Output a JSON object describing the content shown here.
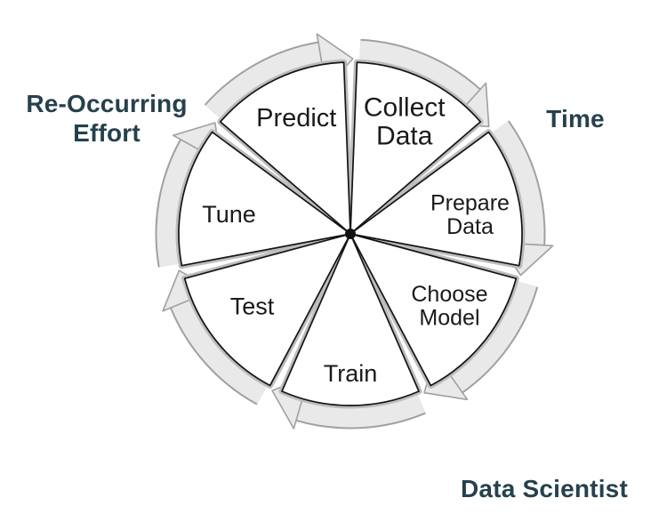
{
  "diagram": {
    "type": "cycle",
    "direction": "clockwise",
    "segments": [
      {
        "label": "Collect Data",
        "lines": [
          "Collect",
          "Data"
        ]
      },
      {
        "label": "Prepare Data",
        "lines": [
          "Prepare",
          "Data"
        ]
      },
      {
        "label": "Choose Model",
        "lines": [
          "Choose",
          "Model"
        ]
      },
      {
        "label": "Train",
        "lines": [
          "Train"
        ]
      },
      {
        "label": "Test",
        "lines": [
          "Test"
        ]
      },
      {
        "label": "Tune",
        "lines": [
          "Tune"
        ]
      },
      {
        "label": "Predict",
        "lines": [
          "Predict"
        ]
      }
    ],
    "outer_labels": {
      "re_occurring_effort": {
        "lines": [
          "Re-Occurring",
          "Effort"
        ]
      },
      "time": {
        "text": "Time"
      },
      "data_scientist": {
        "text": "Data Scientist"
      }
    },
    "colors": {
      "ring_fill": "#e9e9e9",
      "ring_outline": "#a0a0a0",
      "wedge_fill": "#ffffff",
      "wedge_outline": "#141414",
      "wedge_glow": "#bcbcbc",
      "segment_text": "#1a1a1a",
      "outer_text": "#25414C",
      "background": "#ffffff"
    }
  }
}
